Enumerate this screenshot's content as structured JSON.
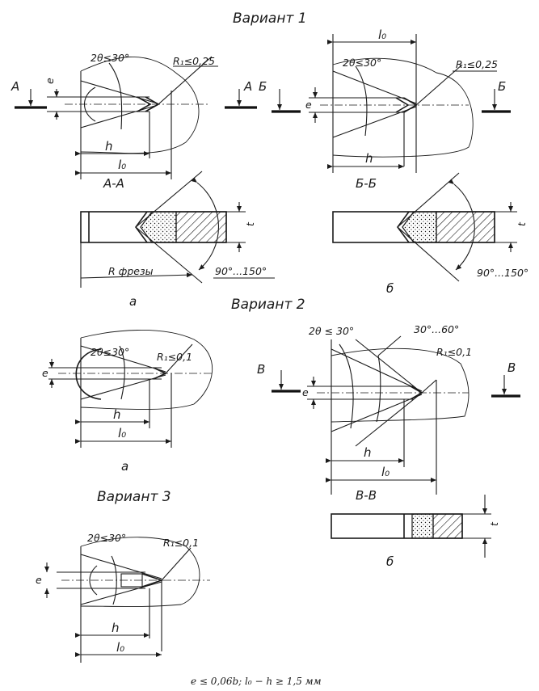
{
  "variants": {
    "v1_title": "Вариант 1",
    "v2_title": "Вариант 2",
    "v3_title": "Вариант 3"
  },
  "dimensions": {
    "angle_2theta_v1": "2θ≤30°",
    "angle_2theta_v2": "2θ≤30°",
    "angle_2theta_v2b": "2θ ≤ 30°",
    "angle_2theta_v3": "2θ≤30°",
    "radius_025": "R₁≤0,25",
    "radius_01": "R₁≤0,1",
    "h": "h",
    "l0": "l₀",
    "e": "e",
    "t": "t",
    "angle_90_150": "90°...150°",
    "angle_30_60": "30°...60°",
    "r_cutter": "R фрезы"
  },
  "sections": {
    "a": "А",
    "a_a": "А-А",
    "b": "Б",
    "b_b": "Б-Б",
    "v": "В",
    "v_v": "В-В"
  },
  "sublabels": {
    "a": "а",
    "b": "б"
  },
  "caption": "e ≤ 0,06b; l₀ − h ≥ 1,5 мм"
}
